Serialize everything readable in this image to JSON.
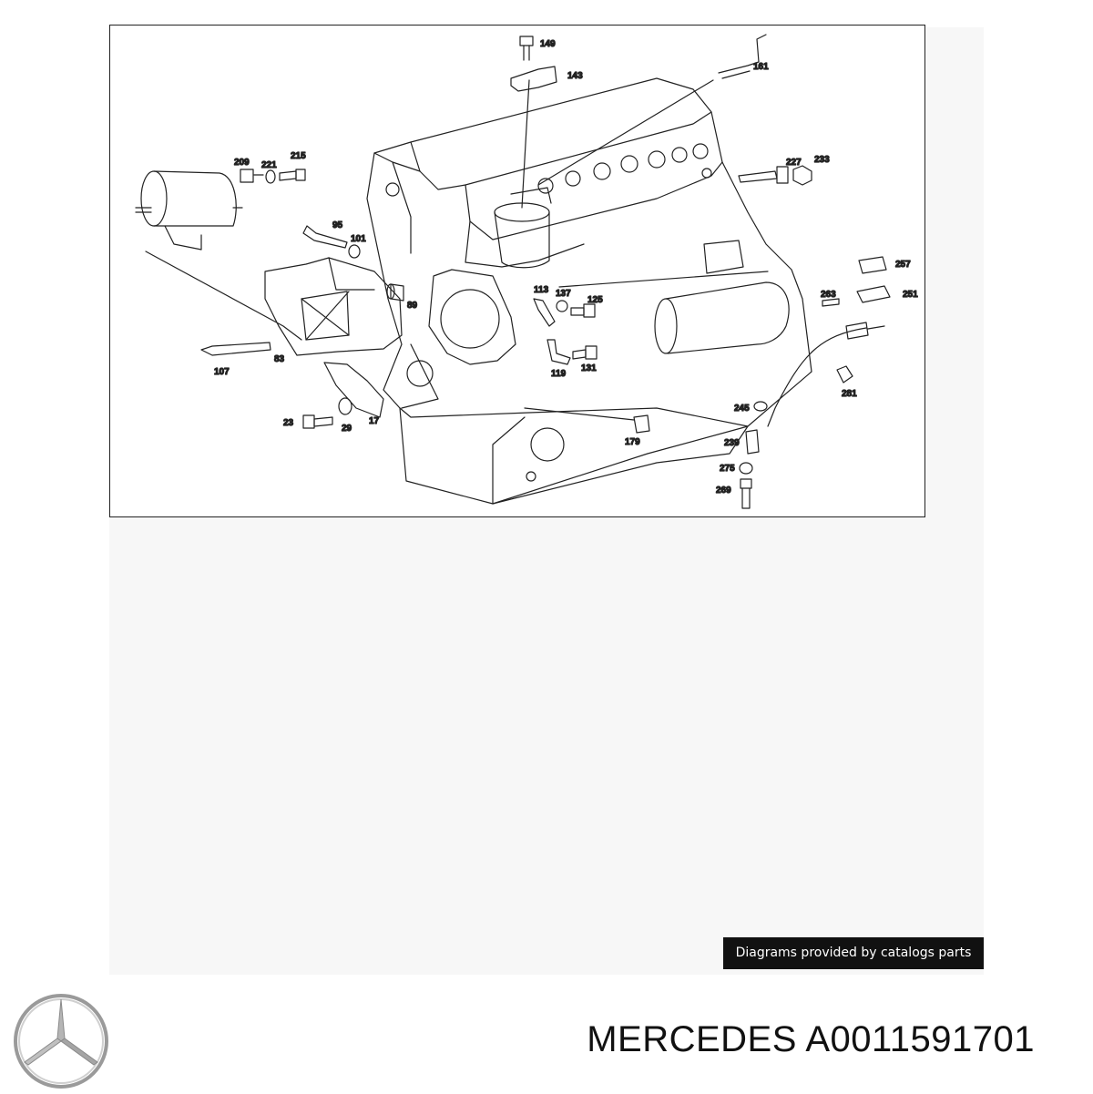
{
  "diagram": {
    "callouts": [
      "149",
      "143",
      "161",
      "209",
      "221",
      "215",
      "227",
      "233",
      "95",
      "101",
      "257",
      "263",
      "251",
      "113",
      "137",
      "125",
      "89",
      "107",
      "83",
      "119",
      "131",
      "281",
      "245",
      "23",
      "29",
      "17",
      "179",
      "239",
      "275",
      "269"
    ]
  },
  "credit": {
    "text": "Diagrams provided by catalogs parts"
  },
  "footer": {
    "title": "MERCEDES A0011591701",
    "logo": "mercedes-star-logo"
  },
  "colors": {
    "line": "#222222",
    "credit_bg": "#111111",
    "credit_text": "#ffffff",
    "logo_silver": "#9a9a9a"
  }
}
